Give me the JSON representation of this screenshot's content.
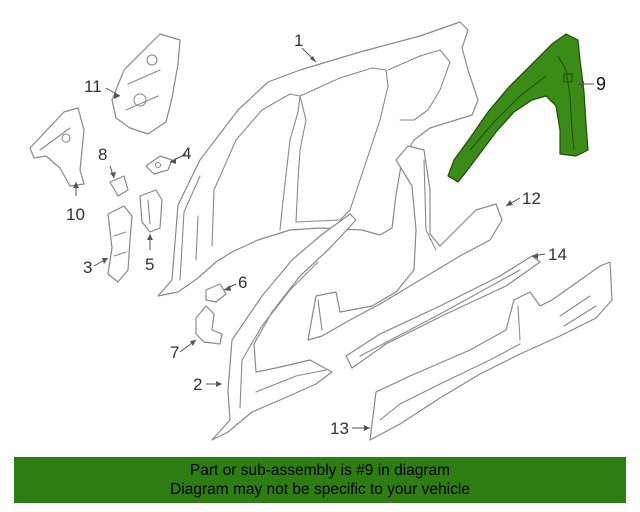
{
  "callouts": {
    "c1": "1",
    "c2": "2",
    "c3": "3",
    "c4": "4",
    "c5": "5",
    "c6": "6",
    "c7": "7",
    "c8": "8",
    "c9": "9",
    "c10": "10",
    "c11": "11",
    "c12": "12",
    "c13": "13",
    "c14": "14"
  },
  "highlight": {
    "part_number": "9",
    "color": "#3a8c17"
  },
  "banner": {
    "line1": "Part or sub-assembly is #9 in diagram",
    "line2": "Diagram may not be specific to your vehicle",
    "background": "#2e7d12"
  }
}
